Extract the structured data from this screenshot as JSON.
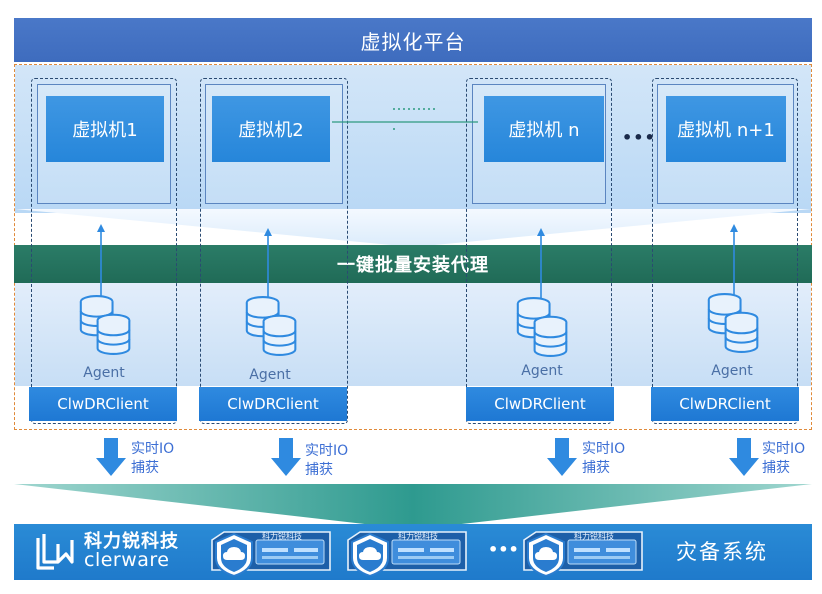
{
  "platform": {
    "title": "虚拟化平台"
  },
  "vms": [
    {
      "label": "虚拟机1",
      "agent": "Agent",
      "client": "ClwDRClient",
      "io_line1": "实时IO",
      "io_line2": "捕获"
    },
    {
      "label": "虚拟机2",
      "agent": "Agent",
      "client": "ClwDRClient",
      "io_line1": "实时IO",
      "io_line2": "捕获"
    },
    {
      "label": "虚拟机 n",
      "agent": "Agent",
      "client": "ClwDRClient",
      "io_line1": "实时IO",
      "io_line2": "捕获"
    },
    {
      "label": "虚拟机 n+1",
      "agent": "Agent",
      "client": "ClwDRClient",
      "io_line1": "实时IO",
      "io_line2": "捕获"
    }
  ],
  "batch_install": "一键批量安装代理",
  "ellipsis": {
    "vm_dots": "•••",
    "appliance_dots": "•••"
  },
  "brand": {
    "cn": "科力锐科技",
    "en": "clerware"
  },
  "appliance_labels": [
    "科力锐科技",
    "科力锐科技",
    "科力锐科技"
  ],
  "backup_system": "灾备系统",
  "colors": {
    "title_bar": "#4472c4",
    "green_bar": "#25715d",
    "client_blue": "#2583d8",
    "io_text": "#3d6fd4",
    "base_blue": "#2386d2"
  }
}
